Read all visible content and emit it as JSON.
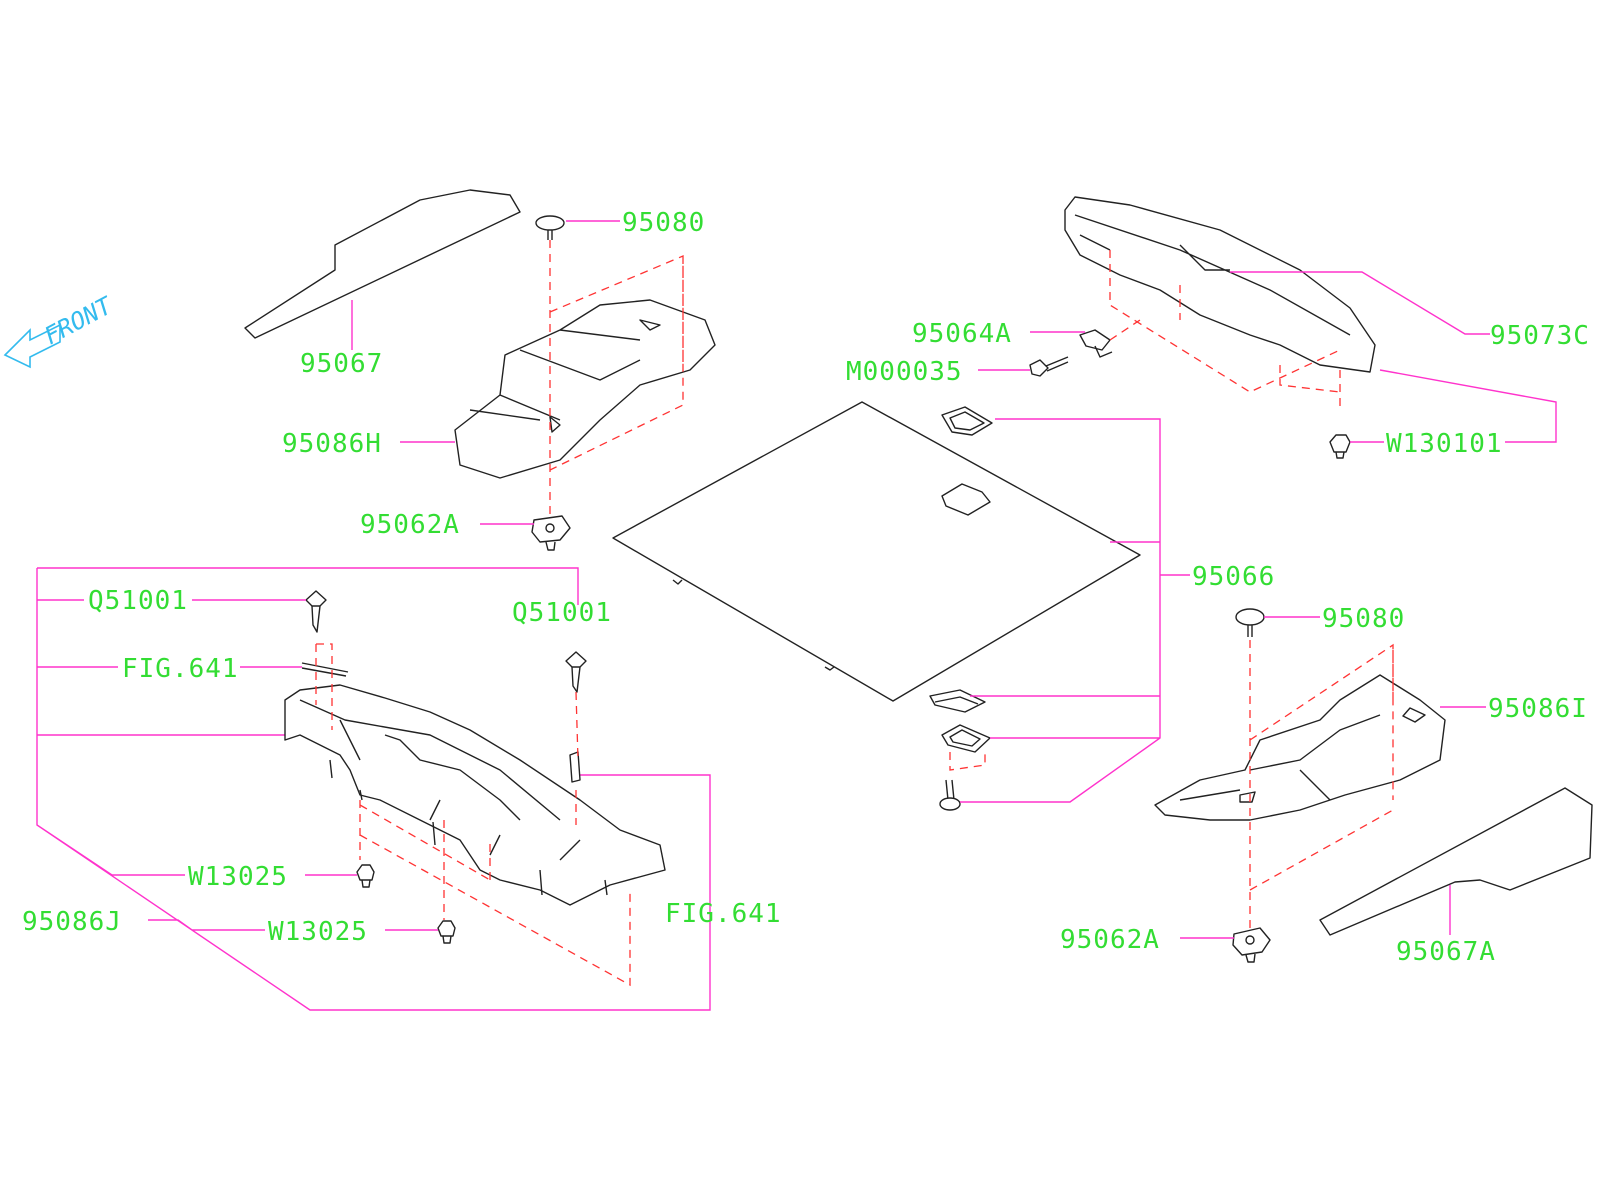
{
  "colors": {
    "label": "#33dd33",
    "leader": "#ff33cc",
    "dashed": "#ff3333",
    "part": "#222222",
    "front": "#33bbee"
  },
  "front_label": "FRONT",
  "labels": {
    "l95080a": "95080",
    "l95067": "95067",
    "l95086h": "95086H",
    "l95062a_a": "95062A",
    "lq51001a": "Q51001",
    "lq51001b": "Q51001",
    "lfig641a": "FIG.641",
    "lfig641b": "FIG.641",
    "lw13025a": "W13025",
    "lw13025b": "W13025",
    "l95086j": "95086J",
    "l95064a": "95064A",
    "lm000035": "M000035",
    "l95073c": "95073C",
    "lw130101": "W130101",
    "l95066": "95066",
    "l95080b": "95080",
    "l95086i": "95086I",
    "l95062a_b": "95062A",
    "l95067a": "95067A"
  }
}
